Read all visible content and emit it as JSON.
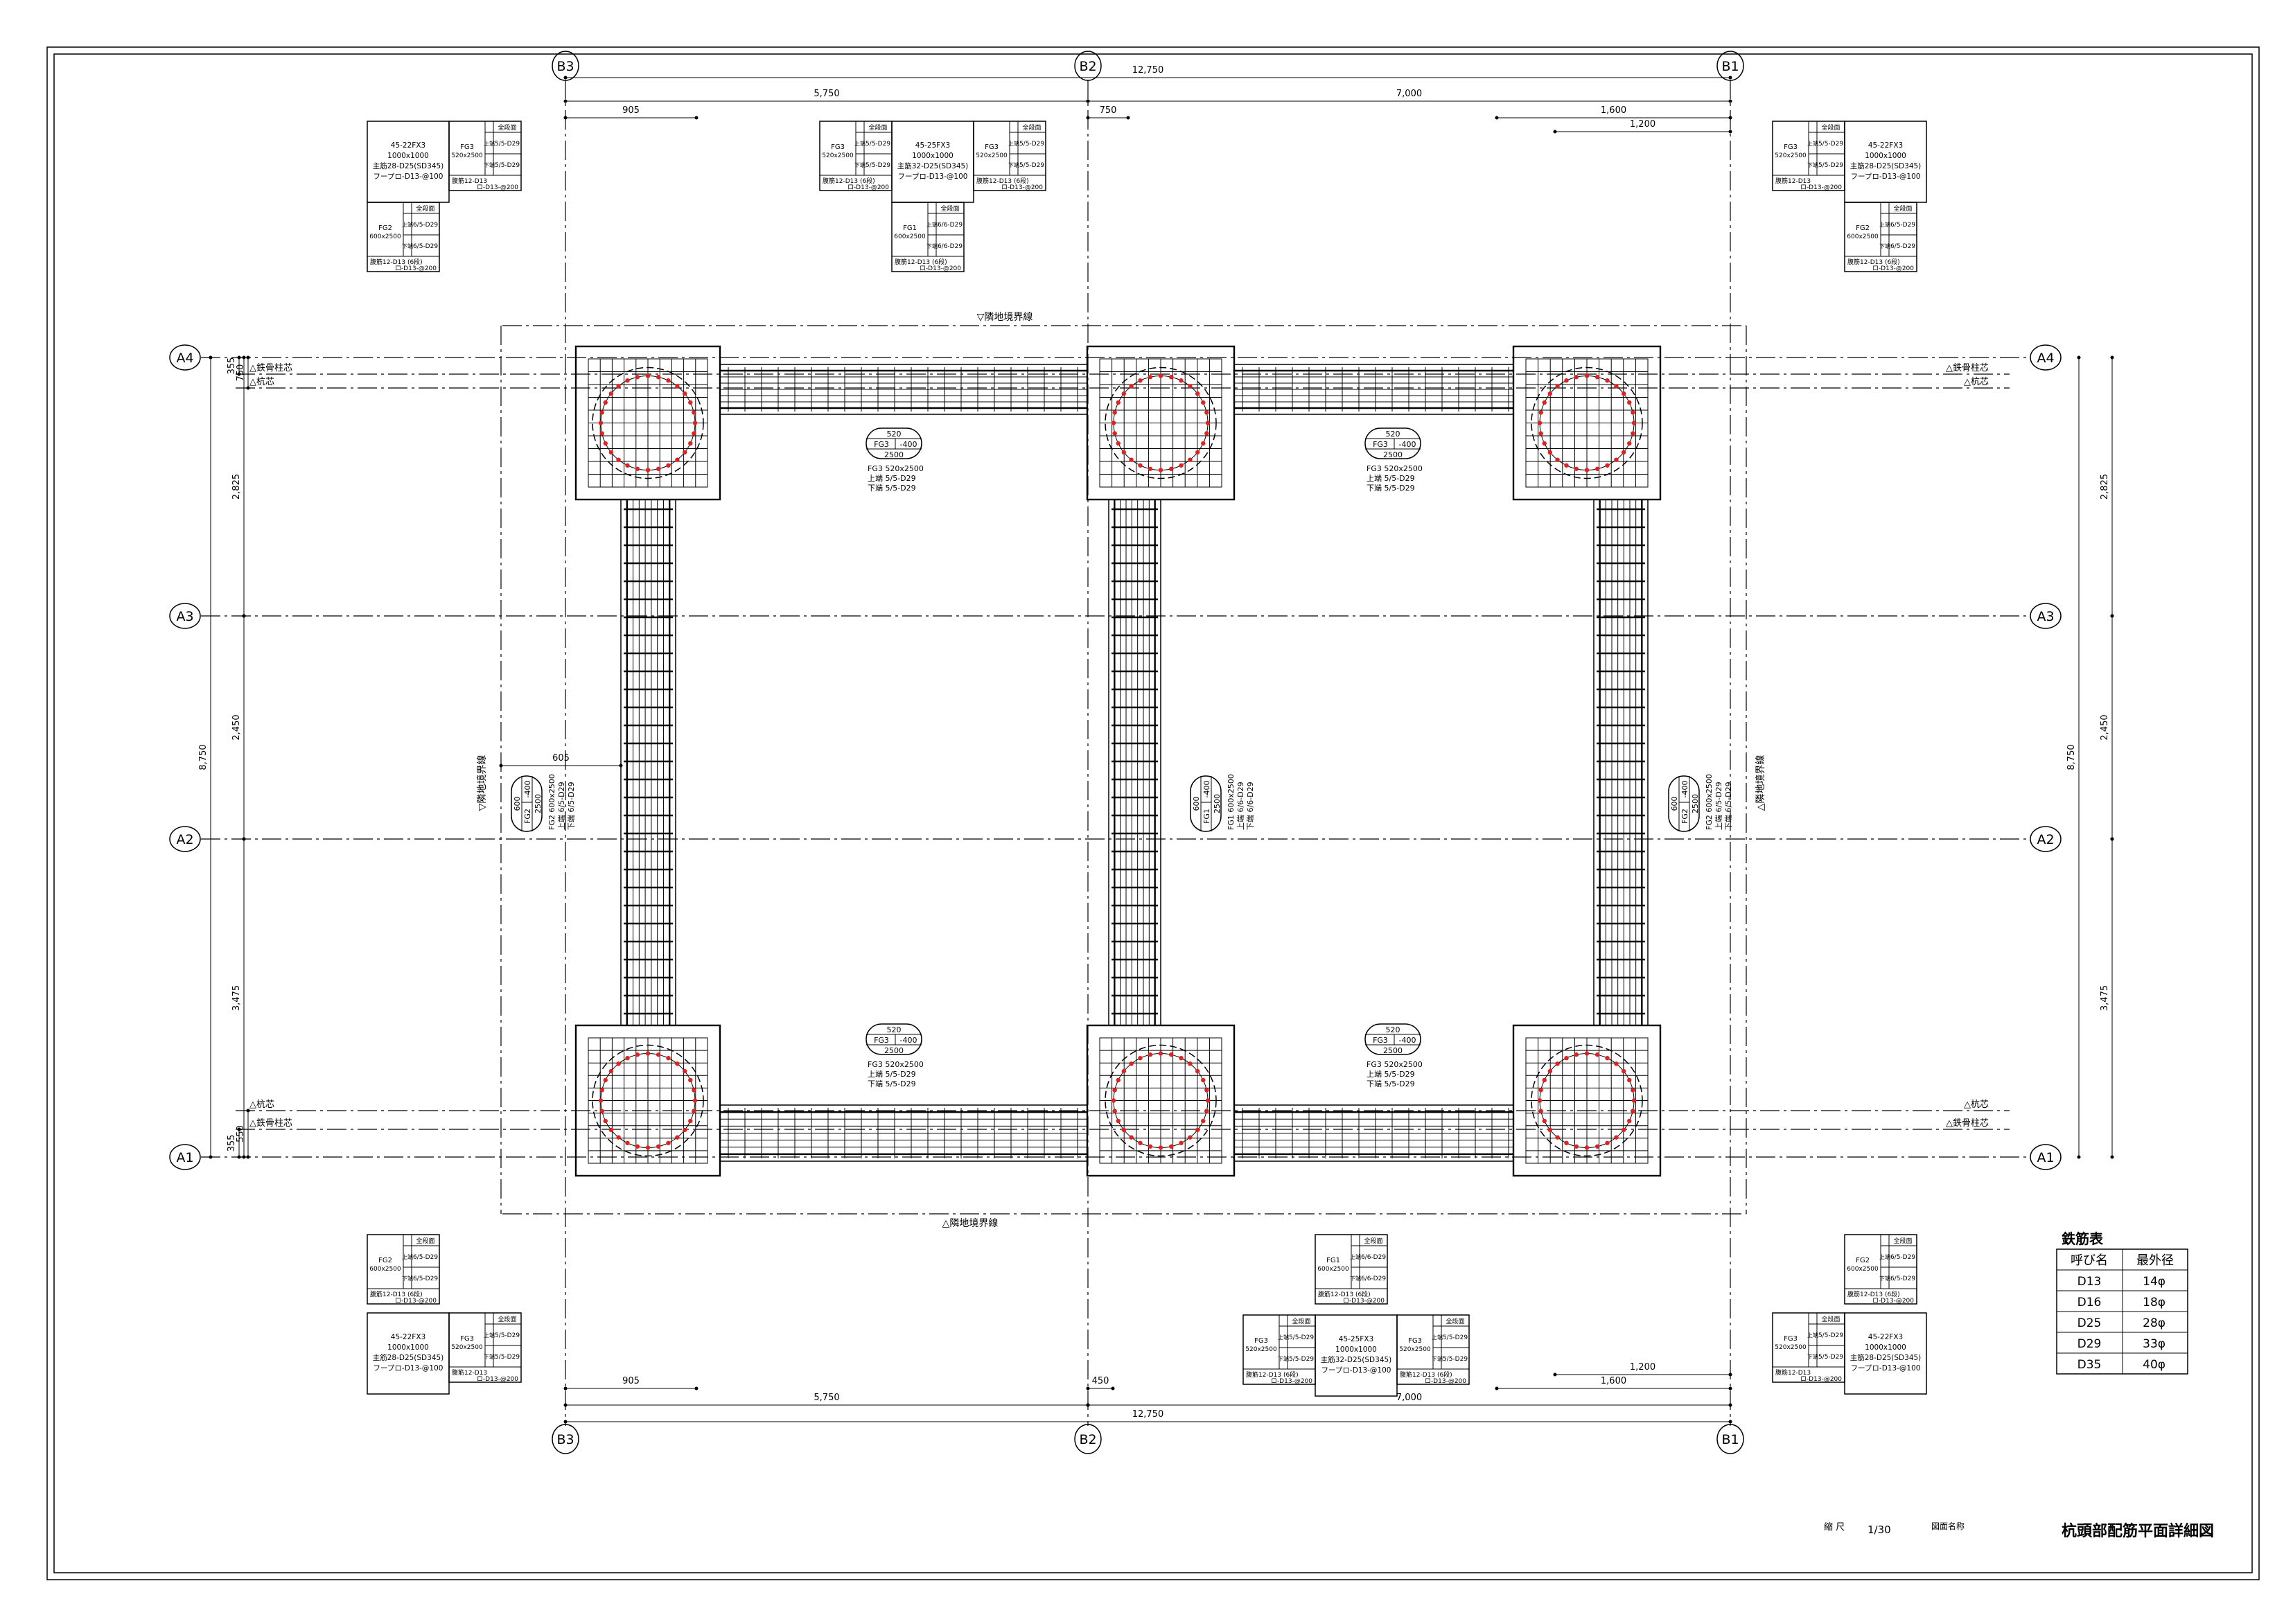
{
  "grids": {
    "columns": [
      "B3",
      "B2",
      "B1"
    ],
    "rows": [
      "A4",
      "A3",
      "A2",
      "A1"
    ]
  },
  "dimensions": {
    "overall_x": "12,750",
    "span_b3_b2": "5,750",
    "span_b2_b1": "7,000",
    "offset_b3": "905",
    "offset_b2a": "750",
    "offset_b2b": "450",
    "offset_b1a": "1,600",
    "offset_b1b": "1,200",
    "overall_y": "8,750",
    "span_a4_a3": "2,825",
    "span_a3_a2": "2,450",
    "span_a2_a1": "3,475",
    "a4_pile": "750",
    "a4_col": "355",
    "a1_pile": "550",
    "a1_col": "355",
    "beam_edge": "605"
  },
  "markers": {
    "steel_column_center": "△鉄骨柱芯",
    "pile_center": "△杭芯",
    "boundary_top": "▽隣地境界線",
    "boundary_bottom": "△隣地境界線"
  },
  "beam_tags": [
    {
      "top": "520",
      "name": "FG3",
      "level": "-400",
      "bottom": "2500",
      "lines": [
        "FG3  520x2500",
        "上端  5/5-D29",
        "下端  5/5-D29"
      ]
    },
    {
      "top": "520",
      "name": "FG3",
      "level": "-400",
      "bottom": "2500",
      "lines": [
        "FG3  520x2500",
        "上端  5/5-D29",
        "下端  5/5-D29"
      ]
    },
    {
      "top": "600",
      "name": "FG2",
      "level": "-400",
      "bottom": "2500",
      "lines": [
        "FG2  600x2500",
        "上端  6/5-D29",
        "下端  6/5-D29"
      ]
    },
    {
      "top": "600",
      "name": "FG1",
      "level": "-400",
      "bottom": "2500",
      "lines": [
        "FG1  600x2500",
        "上端  6/6-D29",
        "下端  6/6-D29"
      ]
    },
    {
      "top": "600",
      "name": "FG2",
      "level": "-400",
      "bottom": "2500",
      "lines": [
        "FG2  600x2500",
        "上端  6/5-D29",
        "下端  6/5-D29"
      ]
    },
    {
      "top": "520",
      "name": "FG3",
      "level": "-400",
      "bottom": "2500",
      "lines": [
        "FG3  520x2500",
        "上端  5/5-D29",
        "下端  5/5-D29"
      ]
    },
    {
      "top": "520",
      "name": "FG3",
      "level": "-400",
      "bottom": "2500",
      "lines": [
        "FG3  520x2500",
        "上端  5/5-D29",
        "下端  5/5-D29"
      ]
    }
  ],
  "section_tables": {
    "corner": {
      "pile": [
        "45-22FX3",
        "1000x1000",
        "主筋28-D25(SD345)",
        "フープロ-D13-@100"
      ],
      "beam_x": {
        "name": "FG3",
        "size": "520x2500",
        "header": "全段面",
        "top_label": "上端",
        "top": "5/5-D29",
        "bottom_label": "下端",
        "bottom": "5/5-D29",
        "web": "腹筋12-D13",
        "tie": "ロ-D13-@200"
      },
      "beam_y": {
        "name": "FG2",
        "size": "600x2500",
        "header": "全段面",
        "top_label": "上端",
        "top": "6/5-D29",
        "bottom_label": "下端",
        "bottom": "6/5-D29",
        "web": "腹筋12-D13 (6段)",
        "tie": "ロ-D13-@200"
      }
    },
    "middle": {
      "pile": [
        "45-25FX3",
        "1000x1000",
        "主筋32-D25(SD345)",
        "フープロ-D13-@100"
      ],
      "beam_x": {
        "name": "FG3",
        "size": "520x2500",
        "header": "全段面",
        "top_label": "上端",
        "top": "5/5-D29",
        "bottom_label": "下端",
        "bottom": "5/5-D29",
        "web": "腹筋12-D13 (6段)",
        "tie": "ロ-D13-@200"
      },
      "beam_y": {
        "name": "FG1",
        "size": "600x2500",
        "header": "全段面",
        "top_label": "上端",
        "top": "6/6-D29",
        "bottom_label": "下端",
        "bottom": "6/6-D29",
        "web": "腹筋12-D13 (6段)",
        "tie": "ロ-D13-@200"
      }
    }
  },
  "rebar_table": {
    "title": "鉄筋表",
    "headers": [
      "呼び名",
      "最外径"
    ],
    "rows": [
      [
        "D13",
        "14φ"
      ],
      [
        "D16",
        "18φ"
      ],
      [
        "D25",
        "28φ"
      ],
      [
        "D29",
        "33φ"
      ],
      [
        "D35",
        "40φ"
      ]
    ]
  },
  "title_block": {
    "scale_label": "縮 尺",
    "scale": "1/30",
    "drawing_name_label": "図面名称",
    "drawing_name": "杭頭部配筋平面詳細図"
  }
}
